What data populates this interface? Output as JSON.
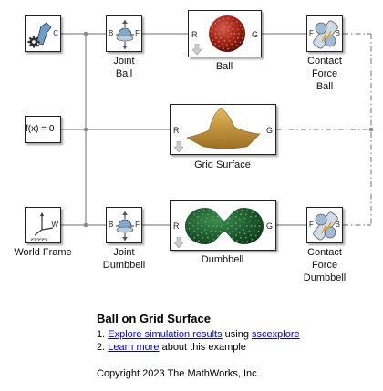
{
  "blocks": {
    "solver": {
      "port_c": "C"
    },
    "joint_ball": {
      "label_line1": "Joint",
      "label_line2": "Ball",
      "port_b": "B",
      "port_f": "F"
    },
    "ball": {
      "label": "Ball",
      "port_r": "R",
      "port_g": "G"
    },
    "contact_ball": {
      "label_line1": "Contact",
      "label_line2": "Force",
      "label_line3": "Ball",
      "port_f": "F",
      "port_b": "B"
    },
    "constraint": {
      "expression": "f(x) = 0"
    },
    "grid_surface": {
      "label": "Grid Surface",
      "port_r": "R",
      "port_g": "G"
    },
    "world_frame": {
      "label": "World Frame",
      "port_w": "W"
    },
    "joint_dumbbell": {
      "label_line1": "Joint",
      "label_line2": "Dumbbell",
      "port_b": "B",
      "port_f": "F"
    },
    "dumbbell": {
      "label": "Dumbbell",
      "port_r": "R",
      "port_g": "G"
    },
    "contact_dumbbell": {
      "label_line1": "Contact",
      "label_line2": "Force",
      "label_line3": "Dumbbell",
      "port_f": "F",
      "port_b": "B"
    }
  },
  "info": {
    "title": "Ball on Grid Surface",
    "item1_num": "1.",
    "item1_link": "Explore simulation results",
    "item1_mid": "using",
    "item1_link2": "sscexplore",
    "item2_num": "2.",
    "item2_link": "Learn more",
    "item2_rest": "about this example",
    "copyright": "Copyright 2023 The MathWorks, Inc."
  },
  "colors": {
    "ball_dark": "#7a0a0a",
    "ball_light": "#d23030",
    "surface": "#c89a3a",
    "dumbbell": "#1f5a32",
    "dots": "#3fbf3f",
    "lines": "#8a8a8a",
    "link": "#0000ee"
  },
  "icons": [
    "solver-configuration-icon",
    "gear-icon",
    "joint-icon",
    "contact-force-icon",
    "world-frame-icon",
    "down-arrow-icon"
  ]
}
